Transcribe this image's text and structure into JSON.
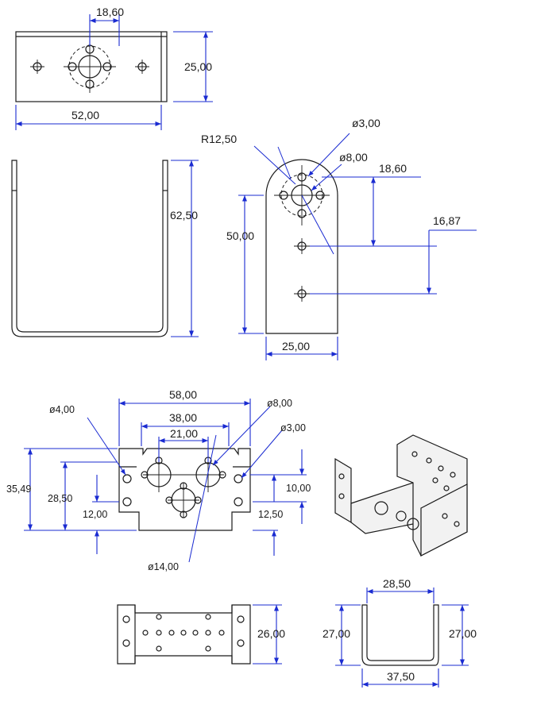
{
  "colors": {
    "dimension": "#1a2bd1",
    "outline": "#1a1a1a",
    "background": "#ffffff"
  },
  "top_view": {
    "width": "18,60",
    "height": "25,00",
    "length": "52,00"
  },
  "front_view": {
    "height": "62,50"
  },
  "side_view": {
    "radius": "R12,50",
    "hole_small": "ø3,00",
    "hole_large": "ø8,00",
    "pitch": "18,60",
    "offset": "16,87",
    "height": "50,00",
    "width": "25,00"
  },
  "flat_view": {
    "width_outer": "58,00",
    "width_mid": "38,00",
    "width_inner": "21,00",
    "hole_4": "ø4,00",
    "hole_8": "ø8,00",
    "hole_3": "ø3,00",
    "hole_14": "ø14,00",
    "height_total": "35,49",
    "height_mid": "28,50",
    "height_low": "12,00",
    "right_upper": "10,00",
    "right_lower": "12,50"
  },
  "bottom_plate": {
    "height": "26,00"
  },
  "u_side_view": {
    "inner_width": "28,50",
    "left_height": "27,00",
    "right_height": "27,00",
    "outer_width": "37,50"
  }
}
